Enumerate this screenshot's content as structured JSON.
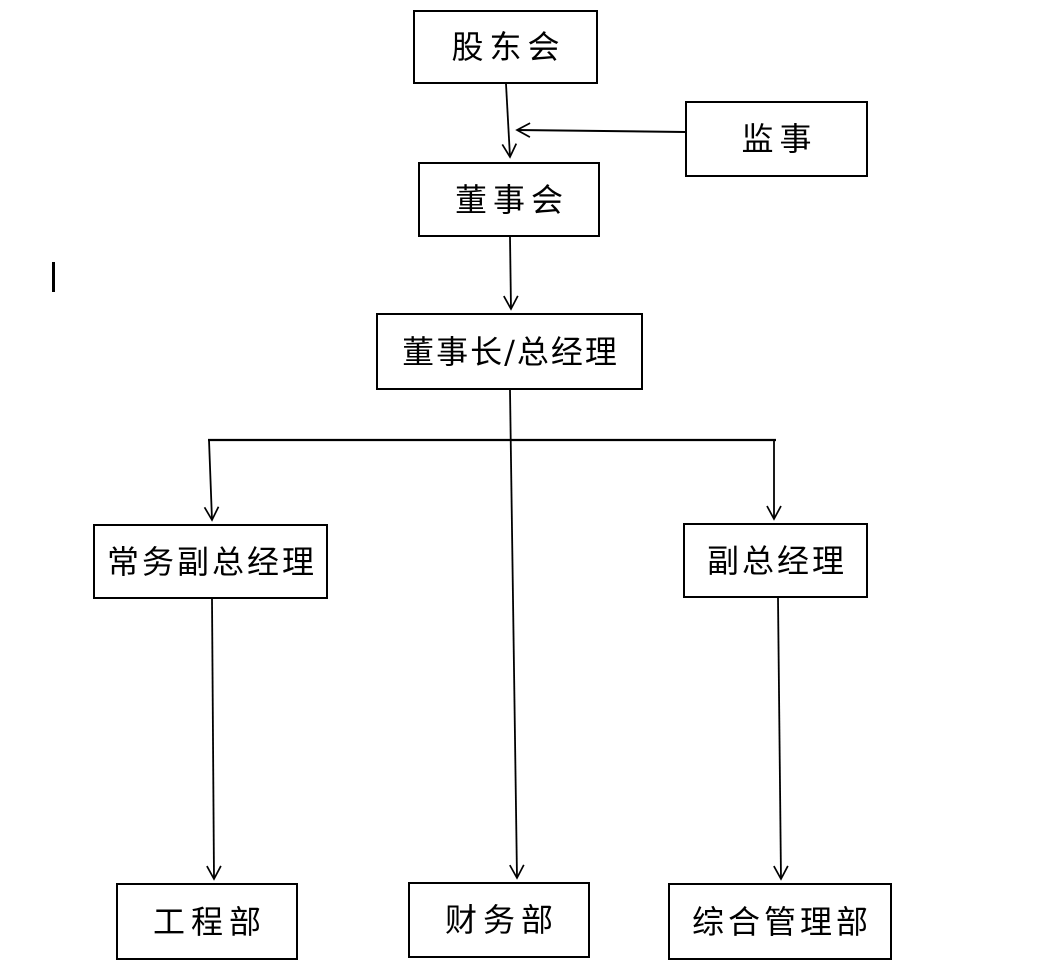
{
  "diagram": {
    "type": "org-chart",
    "colors": {
      "background": "#ffffff",
      "line": "#000000",
      "box_border": "#000000",
      "text": "#000000"
    },
    "nodes": {
      "shareholders": {
        "label": "股东会"
      },
      "supervisor": {
        "label": "监事"
      },
      "board": {
        "label": "董事会"
      },
      "chairman_gm": {
        "label": "董事长/总经理"
      },
      "executive_deputy_gm": {
        "label": "常务副总经理"
      },
      "deputy_gm": {
        "label": "副总经理"
      },
      "engineering_dept": {
        "label": "工程部"
      },
      "finance_dept": {
        "label": "财务部"
      },
      "general_management_dept": {
        "label": "综合管理部"
      }
    },
    "edges": [
      {
        "from": "股东会",
        "to": "董事会",
        "style": "arrow-down"
      },
      {
        "from": "监事",
        "to": "股东会-董事会连线",
        "style": "arrow-left"
      },
      {
        "from": "董事会",
        "to": "董事长/总经理",
        "style": "arrow-down"
      },
      {
        "from": "董事长/总经理",
        "to": "常务副总经理",
        "style": "arrow-down"
      },
      {
        "from": "董事长/总经理",
        "to": "财务部",
        "style": "arrow-down"
      },
      {
        "from": "董事长/总经理",
        "to": "副总经理",
        "style": "arrow-down"
      },
      {
        "from": "常务副总经理",
        "to": "工程部",
        "style": "arrow-down"
      },
      {
        "from": "副总经理",
        "to": "综合管理部",
        "style": "arrow-down"
      }
    ]
  }
}
